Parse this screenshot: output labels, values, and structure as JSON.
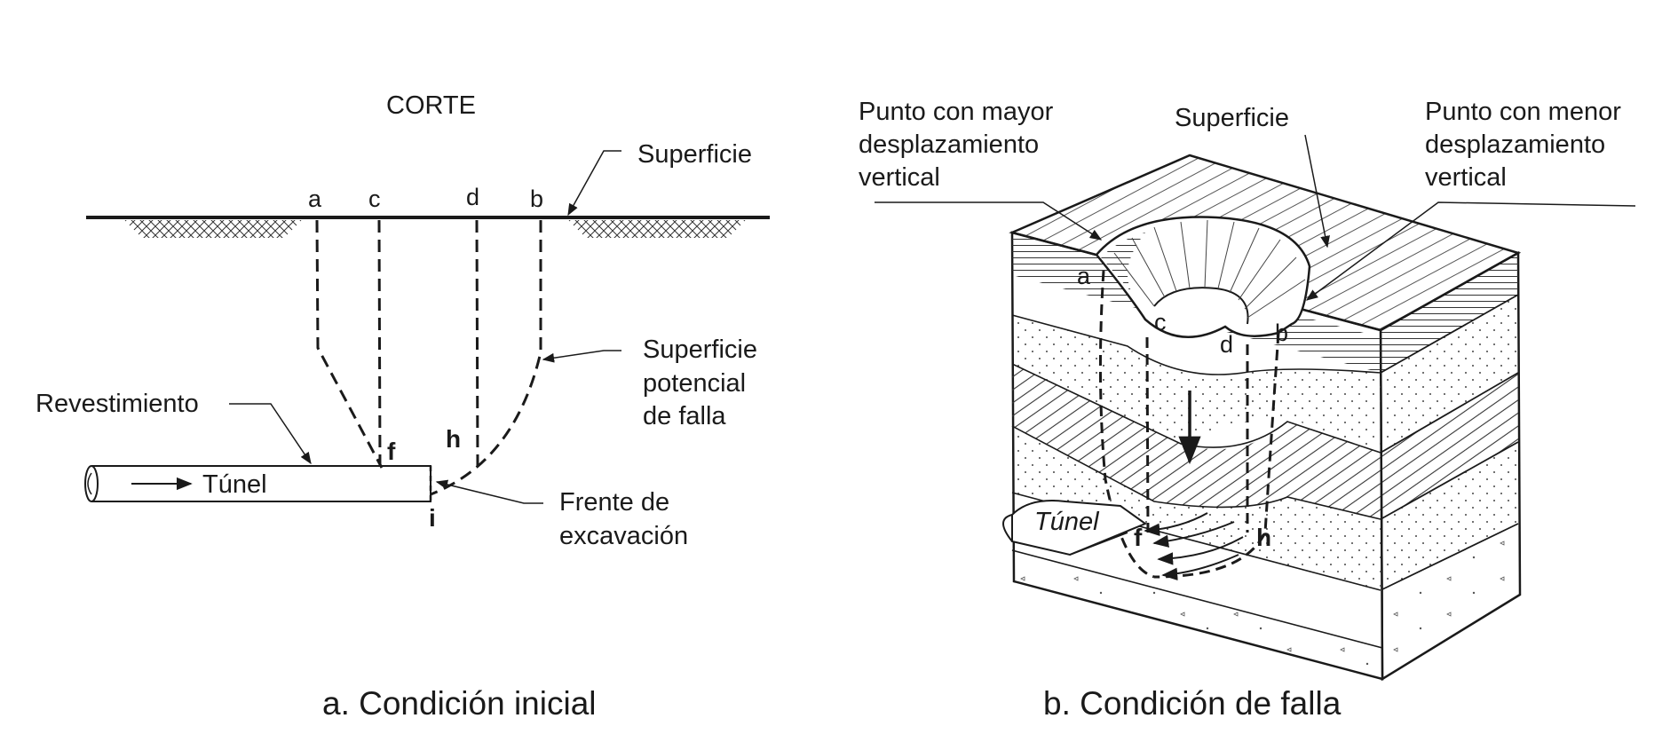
{
  "figure_a": {
    "title": "CORTE",
    "surface_label": "Superficie",
    "points": {
      "a": "a",
      "c": "c",
      "d": "d",
      "b": "b",
      "f": "f",
      "h": "h",
      "i": "i"
    },
    "potential_failure_label": [
      "Superficie",
      "potencial",
      "de falla"
    ],
    "lining_label": "Revestimiento",
    "tunnel_label": "Túnel",
    "face_label": [
      "Frente de",
      "excavación"
    ],
    "caption": "a. Condición inicial"
  },
  "figure_b": {
    "max_disp_label": [
      "Punto con mayor",
      "desplazamiento",
      "vertical"
    ],
    "surface_label": "Superficie",
    "min_disp_label": [
      "Punto con menor",
      "desplazamiento",
      "vertical"
    ],
    "points": {
      "a": "a",
      "c": "c",
      "d": "d",
      "b": "b",
      "f": "f",
      "h": "h"
    },
    "tunnel_label": "Túnel",
    "caption": "b. Condición de falla"
  }
}
